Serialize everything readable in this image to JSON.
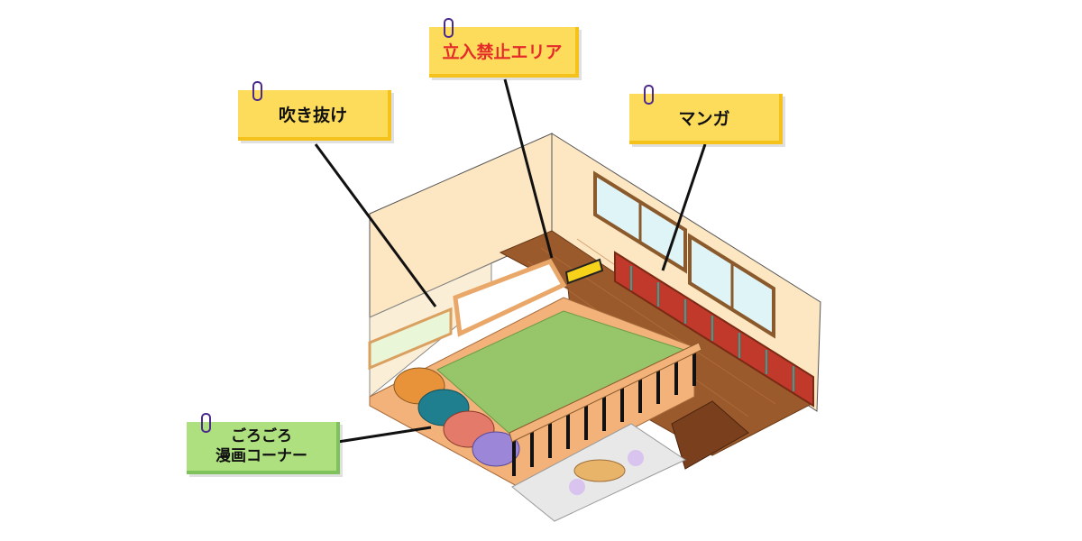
{
  "labels": {
    "atrium": "吹き抜け",
    "restricted": "立入禁止エリア",
    "manga": "マンガ",
    "corner_line1": "ごろごろ",
    "corner_line2": "漫画コーナー"
  },
  "colors": {
    "label_yellow": "#fddc5c",
    "label_green": "#aee07f",
    "restricted_text": "#e52a2a",
    "wall": "#fde6c2",
    "floor": "#9b5a2c",
    "carpet": "#97c56a"
  }
}
